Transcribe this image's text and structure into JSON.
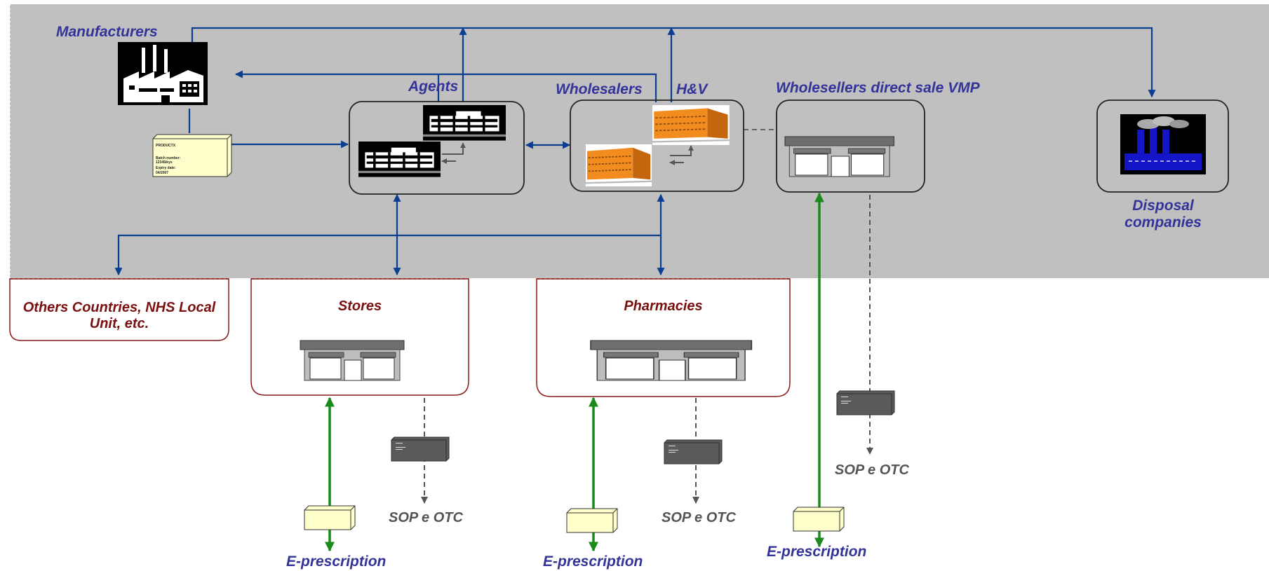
{
  "labels": {
    "manufacturers": "Manufacturers",
    "agents": "Agents",
    "wholesalers": "Wholesalers",
    "hv": "H&V",
    "wholesellers_direct": "Wholesellers direct sale VMP",
    "disposal_line1": "Disposal",
    "disposal_line2": "companies",
    "others_line1": "Others Countries, NHS Local",
    "others_line2": "Unit, etc.",
    "stores": "Stores",
    "pharmacies": "Pharmacies",
    "sop_otc": "SOP e OTC",
    "eprescription": "E-prescription"
  },
  "product_label": {
    "line1": "PRODUCTX",
    "line2": "Batch number:",
    "line3": "12345ikys",
    "line4": "Expiry date:",
    "line5": "04/2007"
  },
  "colors": {
    "band": "#c0c0c0",
    "flow_blue": "#0b3d91",
    "flow_green": "#1a8a1a",
    "dashed_gray": "#666666",
    "label_blue": "#333399",
    "label_red": "#7b1010",
    "box_red": "#8b1a1a",
    "package": "#ffffcc",
    "building_orange": "#f28c1f"
  }
}
